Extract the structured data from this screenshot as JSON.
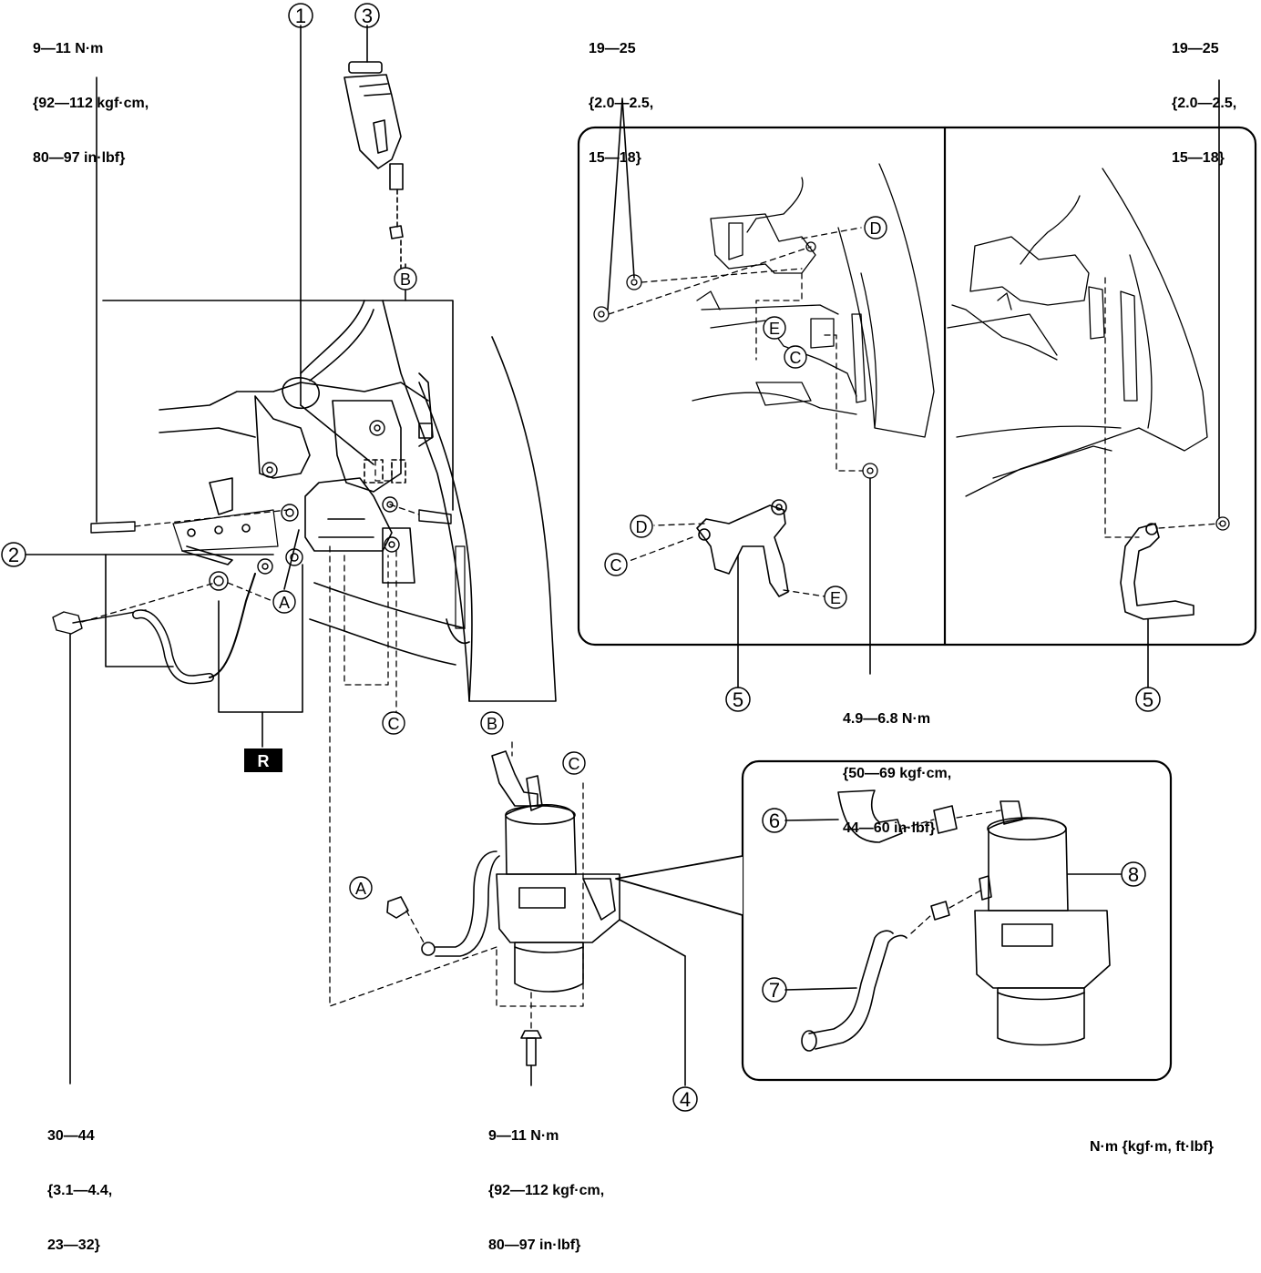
{
  "torque_specs": {
    "t1": [
      "9—11 N·m",
      "{92—112 kgf·cm,",
      "80—97 in·lbf}"
    ],
    "t2": [
      "19—25",
      "{2.0—2.5,",
      "15—18}"
    ],
    "t3": [
      "19—25",
      "{2.0—2.5,",
      "15—18}"
    ],
    "t4": [
      "4.9—6.8 N·m",
      "{50—69 kgf·cm,",
      "44—60 in·lbf}"
    ],
    "t5": [
      "30—44",
      "{3.1—4.4,",
      "23—32}"
    ],
    "t6": [
      "9—11 N·m",
      "{92—112 kgf·cm,",
      "80—97 in·lbf}"
    ]
  },
  "callouts": {
    "c1": "1",
    "c2": "2",
    "c3": "3",
    "c4": "4",
    "c5a": "5",
    "c5b": "5",
    "c6": "6",
    "c7": "7",
    "c8": "8"
  },
  "letters": {
    "b_top": "B",
    "a_main": "A",
    "c_main": "C",
    "d_inset1": "D",
    "e_inset1": "E",
    "c_inset1": "C",
    "d_bracket": "D",
    "c_bracket": "C",
    "e_bracket": "E",
    "b_pump": "B",
    "c_pump": "C",
    "a_pump": "A"
  },
  "replace_marker": "R",
  "units_label": "N·m {kgf·m, ft·lbf}"
}
